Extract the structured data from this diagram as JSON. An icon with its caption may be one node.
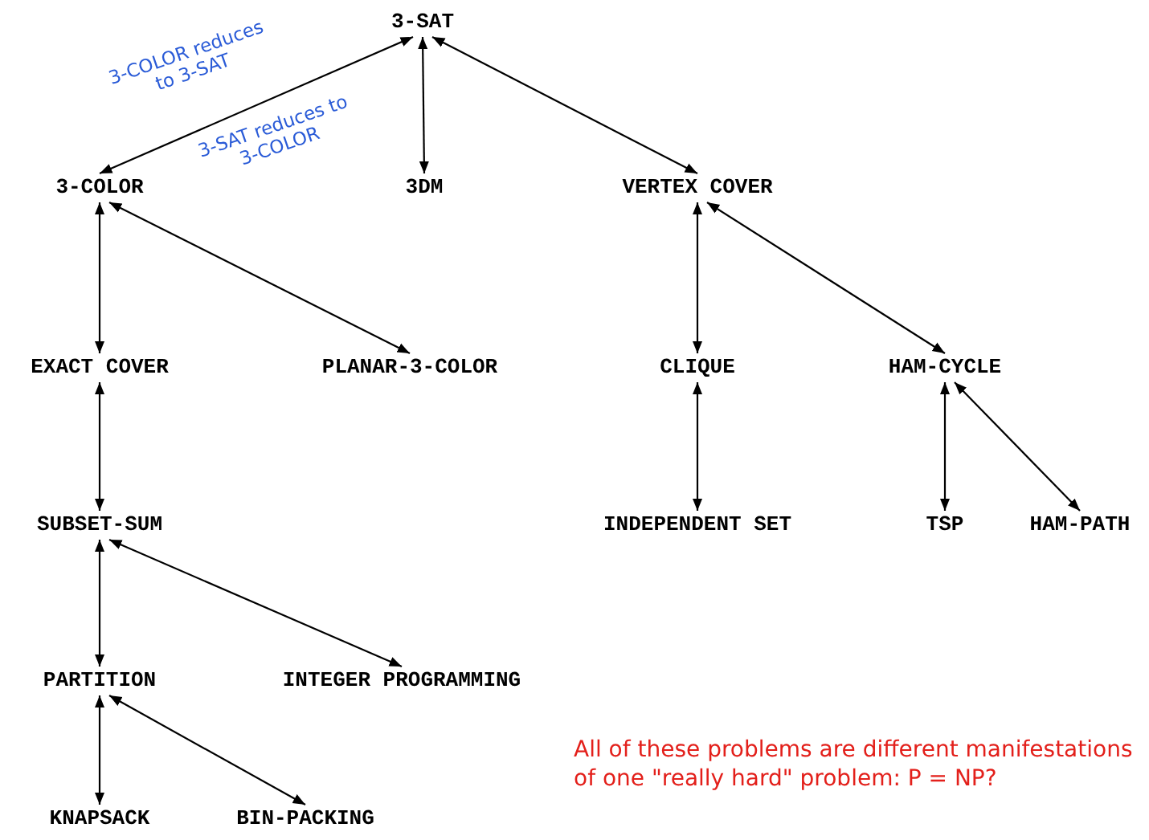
{
  "diagram": {
    "nodes": [
      {
        "text": [
          "3-SAT"
        ]
      },
      {
        "text": [
          "3-COLOR"
        ]
      },
      {
        "text": [
          "3DM"
        ]
      },
      {
        "text": [
          "VERTEX COVER"
        ]
      },
      {
        "text": [
          "EXACT COVER"
        ]
      },
      {
        "text": [
          "PLANAR-3-COLOR"
        ]
      },
      {
        "text": [
          "CLIQUE"
        ]
      },
      {
        "text": [
          "HAM-CYCLE"
        ]
      },
      {
        "text": [
          "SUBSET-SUM"
        ]
      },
      {
        "text": [
          "INDEPENDENT SET"
        ]
      },
      {
        "text": [
          "TSP"
        ]
      },
      {
        "text": [
          "HAM-PATH"
        ]
      },
      {
        "text": [
          "PARTITION"
        ]
      },
      {
        "text": [
          "INTEGER PROGRAMMING"
        ]
      },
      {
        "text": [
          "KNAPSACK"
        ]
      },
      {
        "text": [
          "BIN-PACKING"
        ]
      }
    ],
    "edges": [
      {
        "from": 0,
        "to": 1,
        "arrow": "both"
      },
      {
        "from": 0,
        "to": 2,
        "arrow": "both"
      },
      {
        "from": 0,
        "to": 3,
        "arrow": "both"
      },
      {
        "from": 1,
        "to": 4,
        "arrow": "both"
      },
      {
        "from": 1,
        "to": 5,
        "arrow": "both"
      },
      {
        "from": 3,
        "to": 6,
        "arrow": "both"
      },
      {
        "from": 3,
        "to": 7,
        "arrow": "both"
      },
      {
        "from": 4,
        "to": 8,
        "arrow": "both"
      },
      {
        "from": 6,
        "to": 9,
        "arrow": "both"
      },
      {
        "from": 7,
        "to": 10,
        "arrow": "both"
      },
      {
        "from": 7,
        "to": 11,
        "arrow": "both"
      },
      {
        "from": 8,
        "to": 12,
        "arrow": "both"
      },
      {
        "from": 8,
        "to": 13,
        "arrow": "both"
      },
      {
        "from": 12,
        "to": 14,
        "arrow": "both"
      },
      {
        "from": 12,
        "to": 15,
        "arrow": "both"
      }
    ],
    "labels": [
      "3-COLOR reduces to 3-SAT",
      "3-SAT reduces to 3-COLOR",
      "All of these problems are different manifestations of one \"really hard\" problem: P = NP?"
    ]
  }
}
